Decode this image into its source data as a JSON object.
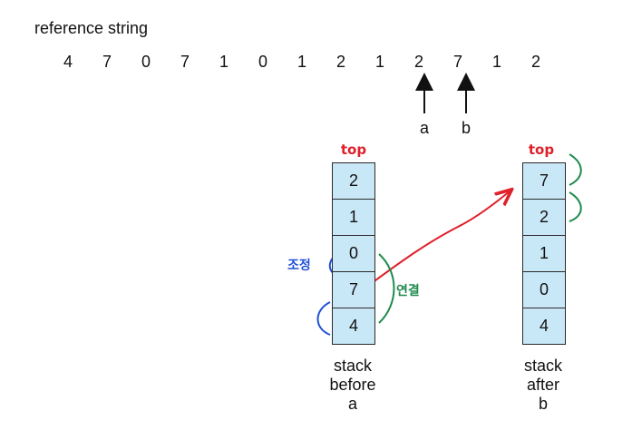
{
  "reference": {
    "title": "reference string",
    "values": [
      "4",
      "7",
      "0",
      "7",
      "1",
      "0",
      "1",
      "2",
      "1",
      "2",
      "7",
      "1",
      "2"
    ]
  },
  "pointers": {
    "a": "a",
    "b": "b"
  },
  "stack_before": {
    "cells": [
      "2",
      "1",
      "0",
      "7",
      "4"
    ],
    "caption": [
      "stack",
      "before",
      "a"
    ],
    "top_note": "top"
  },
  "stack_after": {
    "cells": [
      "7",
      "2",
      "1",
      "0",
      "4"
    ],
    "caption": [
      "stack",
      "after",
      "b"
    ],
    "top_note": "top"
  },
  "annotations": {
    "blue_note": "조정",
    "green_note": "연결",
    "colors": {
      "red": "#e0202a",
      "blue": "#1f4fd6",
      "green": "#1e8a4e",
      "cell": "#c9e8f7"
    }
  }
}
